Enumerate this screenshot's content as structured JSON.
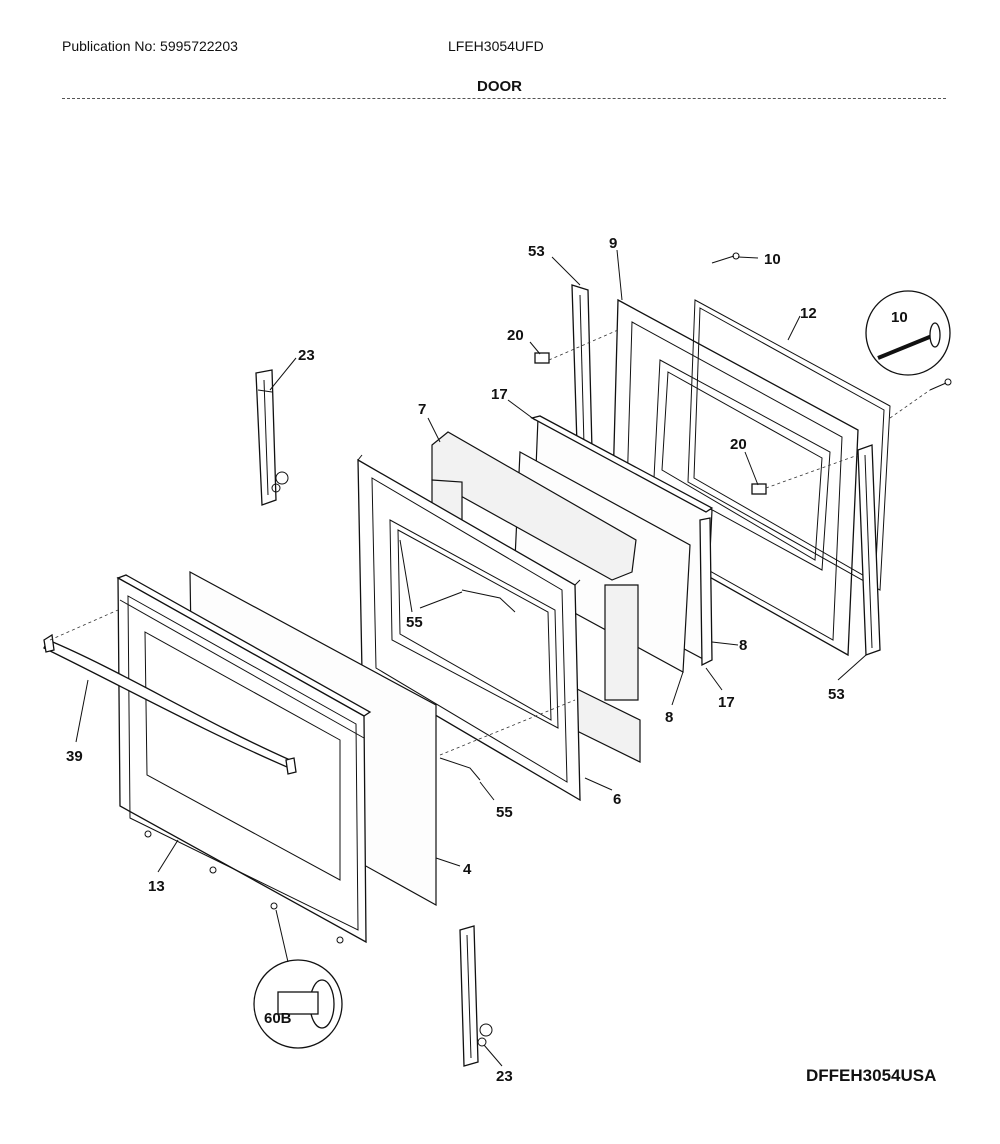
{
  "header": {
    "publication": "Publication No: 5995722203",
    "model": "LFEH3054UFD",
    "section": "DOOR"
  },
  "diagram_code": "DFFEH3054USA",
  "callouts": {
    "c53a": "53",
    "c9": "9",
    "c10a": "10",
    "c12": "12",
    "c10b": "10",
    "c20a": "20",
    "c23a": "23",
    "c17a": "17",
    "c7": "7",
    "c20b": "20",
    "c55a": "55",
    "c8a": "8",
    "c17b": "17",
    "c8b": "8",
    "c53b": "53",
    "c39": "39",
    "c6": "6",
    "c55b": "55",
    "c4": "4",
    "c13": "13",
    "c60b": "60B",
    "c23b": "23"
  }
}
